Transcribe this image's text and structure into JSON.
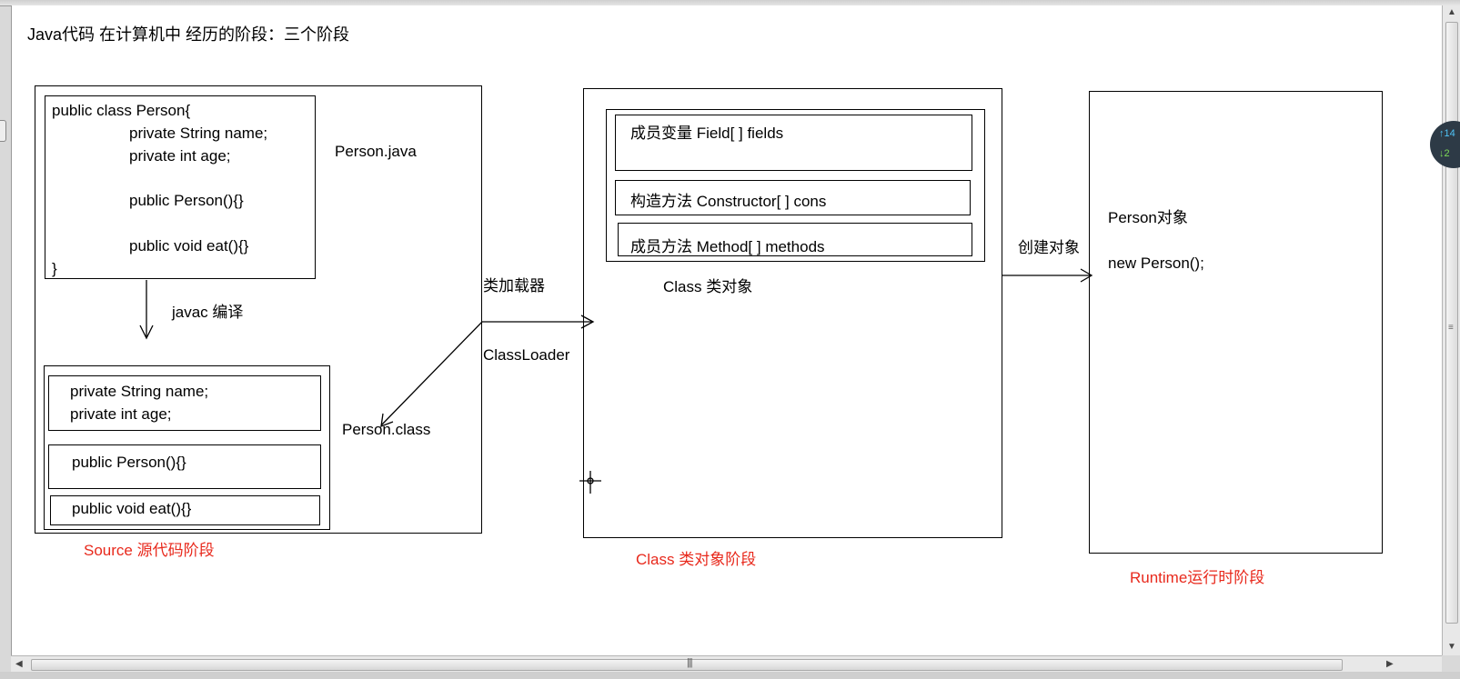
{
  "title": "Java代码 在计算机中 经历的阶段：三个阶段",
  "source_stage": {
    "code": {
      "line1": "public class Person{",
      "line2": "private String name;",
      "line3": "private int age;",
      "line4": "public Person(){}",
      "line5": "public void eat(){}",
      "line6": "}"
    },
    "file_java": "Person.java",
    "compile_label": "javac 编译",
    "compiled": {
      "fields": [
        "private String name;",
        "private int age;"
      ],
      "constructor": "public Person(){}",
      "method": "public void eat(){}"
    },
    "file_class": "Person.class",
    "stage_label": "Source 源代码阶段"
  },
  "loader": {
    "label_cn": "类加载器",
    "label_en": "ClassLoader"
  },
  "class_stage": {
    "fields": "成员变量  Field[ ] fields",
    "constructors": "构造方法  Constructor[ ] cons",
    "methods": "成员方法 Method[ ] methods",
    "object_label": "Class 类对象",
    "stage_label": "Class 类对象阶段"
  },
  "create_label": "创建对象",
  "runtime_stage": {
    "object_label": "Person对象",
    "new_expr": "new Person();",
    "stage_label": "Runtime运行时阶段"
  },
  "widget": {
    "up_count": "14",
    "down_count": "2"
  },
  "colors": {
    "stage_label": "#e8291c",
    "background": "#ffffff",
    "lines": "#000000"
  }
}
